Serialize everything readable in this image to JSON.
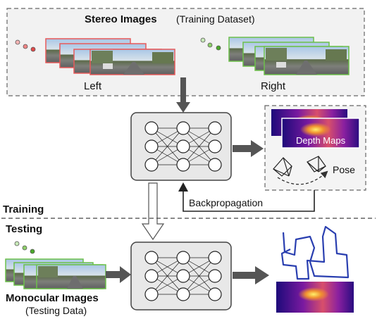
{
  "stereo": {
    "title_bold": "Stereo Images",
    "title_sub": "(Training Dataset)",
    "left_label": "Left",
    "right_label": "Right"
  },
  "outputs": {
    "depth_label": "Depth Maps",
    "pose_label": "Pose"
  },
  "training": {
    "section_label": "Training",
    "backprop_label": "Backpropagation"
  },
  "testing": {
    "section_label": "Testing",
    "mono_label": "Monocular Images",
    "mono_sub": "(Testing Data)"
  },
  "colors": {
    "left_frame": "#e85a5a",
    "right_frame": "#6cc04a",
    "mono_frame": "#6cc04a",
    "arrow": "#555555",
    "trajectory": "#2a3fb0"
  }
}
